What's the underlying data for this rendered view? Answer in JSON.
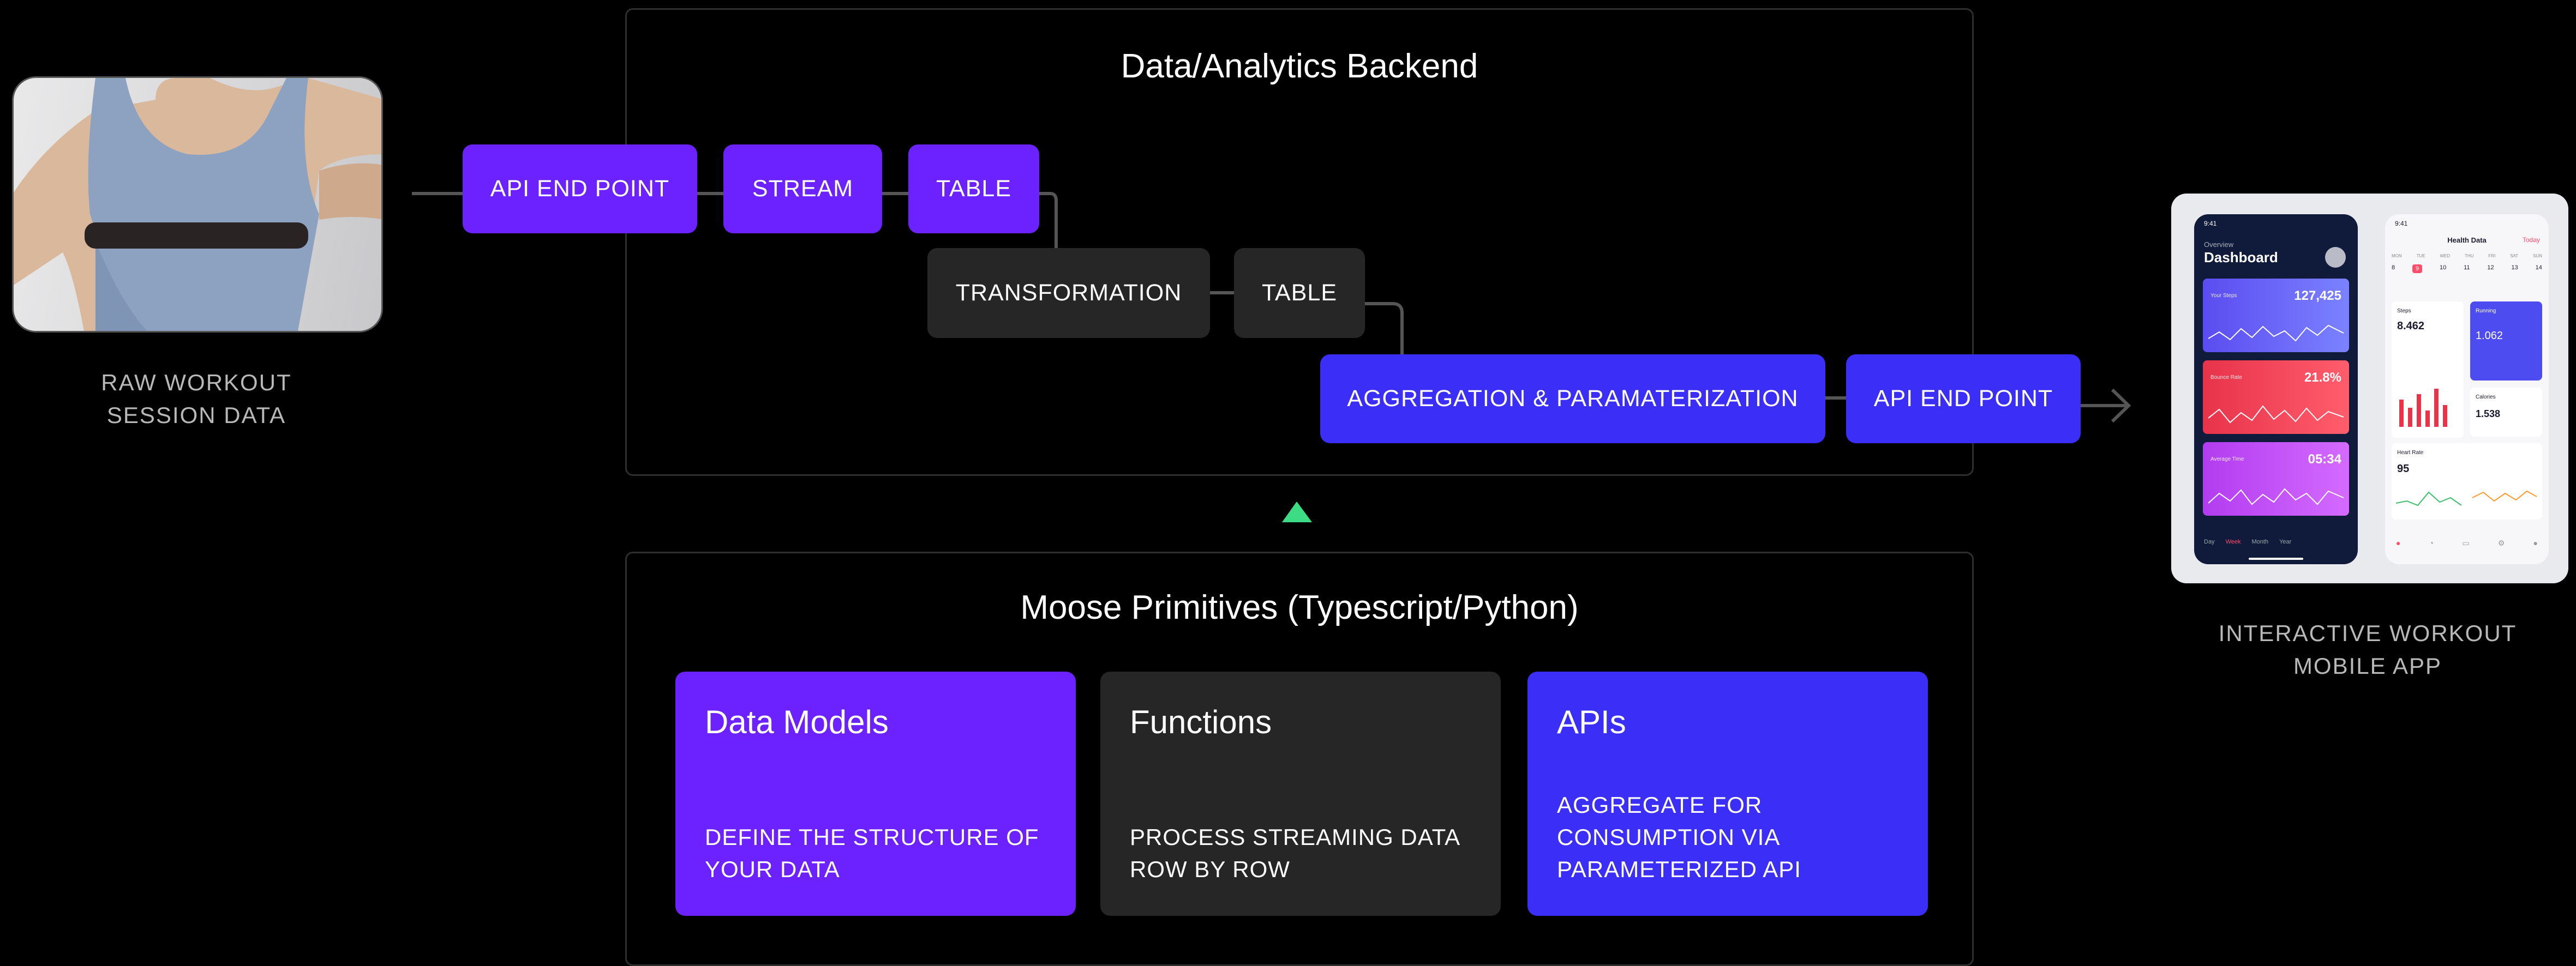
{
  "backend": {
    "title": "Data/Analytics Backend"
  },
  "source": {
    "caption_line1": "RAW WORKOUT",
    "caption_line2": "SESSION DATA"
  },
  "pipeline": {
    "api_endpoint_in": "API END POINT",
    "stream": "STREAM",
    "table_1": "TABLE",
    "transformation": "TRANSFORMATION",
    "table_2": "TABLE",
    "aggregation": "AGGREGATION & PARAMATERIZATION",
    "api_endpoint_out": "API END POINT"
  },
  "app": {
    "caption_line1": "INTERACTIVE WORKOUT",
    "caption_line2": "MOBILE APP",
    "phone1": {
      "time": "9:41",
      "overview": "Overview",
      "title": "Dashboard",
      "card1_label": "Your Steps",
      "card1_value": "127,425",
      "card2_label": "Bounce Rate",
      "card2_value": "21.8%",
      "card3_label": "Average Time",
      "card3_value": "05:34",
      "tabs": [
        "Day",
        "Week",
        "Month",
        "Year"
      ]
    },
    "phone2": {
      "time": "9:41",
      "title": "Health Data",
      "today": "Today",
      "days": [
        "MON",
        "TUE",
        "WED",
        "THU",
        "FRI",
        "SAT",
        "SUN"
      ],
      "dates": [
        "8",
        "9",
        "10",
        "11",
        "12",
        "13",
        "14"
      ],
      "steps_label": "Steps",
      "steps_value": "8.462",
      "running_label": "Running",
      "running_value": "1.062",
      "calories_label": "Calories",
      "calories_value": "1.538",
      "heart_label": "Heart Rate",
      "heart_value": "95"
    }
  },
  "primitives": {
    "title": "Moose Primitives (Typescript/Python)",
    "cards": [
      {
        "title": "Data Models",
        "desc_line1": "DEFINE THE STRUCTURE OF",
        "desc_line2": "YOUR DATA",
        "desc_line3": ""
      },
      {
        "title": "Functions",
        "desc_line1": "PROCESS STREAMING DATA",
        "desc_line2": "ROW BY ROW",
        "desc_line3": ""
      },
      {
        "title": "APIs",
        "desc_line1": "AGGREGATE FOR",
        "desc_line2": "CONSUMPTION VIA",
        "desc_line3": "PARAMETERIZED API"
      }
    ]
  },
  "colors": {
    "violet": "#6c21ff",
    "blue": "#3b2ff7",
    "dark_node": "#262626",
    "connector": "#555555",
    "arrow_up": "#3ddc84"
  }
}
